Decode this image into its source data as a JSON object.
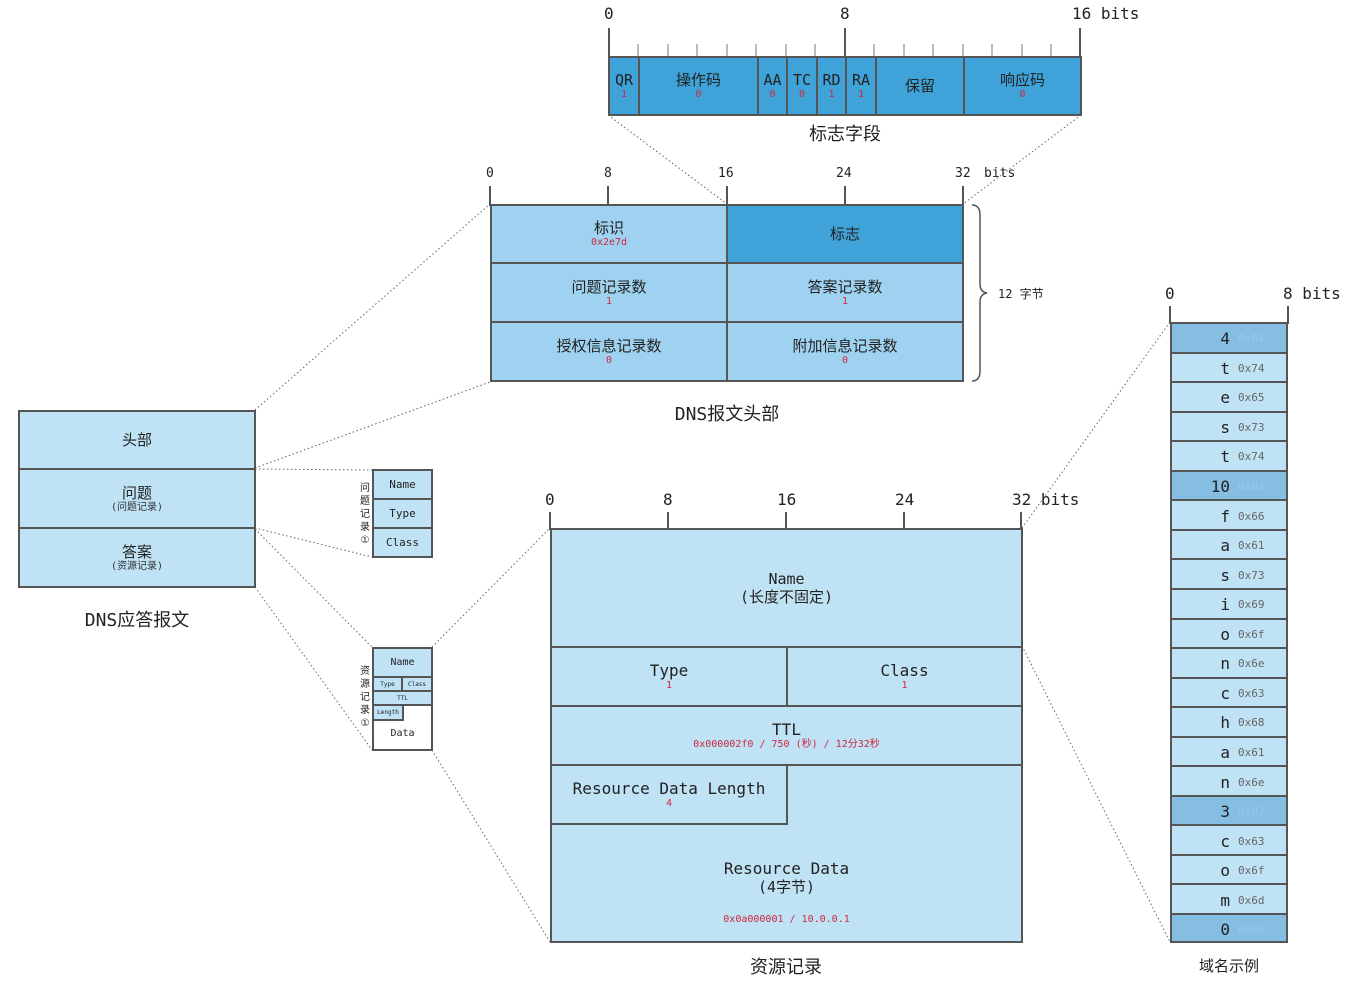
{
  "flags_field": {
    "ticks": [
      "0",
      "8",
      "16 bits"
    ],
    "caption": "标志字段",
    "fields": [
      {
        "label": "QR",
        "value": "1"
      },
      {
        "label": "操作码",
        "value": "0"
      },
      {
        "label": "AA",
        "value": "0"
      },
      {
        "label": "TC",
        "value": "0"
      },
      {
        "label": "RD",
        "value": "1"
      },
      {
        "label": "RA",
        "value": "1"
      },
      {
        "label": "保留",
        "value": ""
      },
      {
        "label": "响应码",
        "value": "0"
      }
    ]
  },
  "header": {
    "ticks": [
      "0",
      "8",
      "16",
      "24",
      "32",
      "bits"
    ],
    "caption": "DNS报文头部",
    "brace_label": "12 字节",
    "cells": [
      {
        "label": "标识",
        "value": "0x2e7d"
      },
      {
        "label": "标志",
        "value": ""
      },
      {
        "label": "问题记录数",
        "value": "1"
      },
      {
        "label": "答案记录数",
        "value": "1"
      },
      {
        "label": "授权信息记录数",
        "value": "0"
      },
      {
        "label": "附加信息记录数",
        "value": "0"
      }
    ]
  },
  "message": {
    "caption": "DNS应答报文",
    "sections": [
      {
        "label": "头部",
        "sub": ""
      },
      {
        "label": "问题",
        "sub": "(问题记录)"
      },
      {
        "label": "答案",
        "sub": "(资源记录)"
      }
    ]
  },
  "question_record": {
    "side_label": [
      "问",
      "题",
      "记",
      "录",
      "①"
    ],
    "fields": [
      "Name",
      "Type",
      "Class"
    ]
  },
  "resource_mini": {
    "side_label": [
      "资",
      "源",
      "记",
      "录",
      "①"
    ],
    "fields": [
      "Name",
      "Type",
      "Class",
      "TTL",
      "Length",
      "Data"
    ]
  },
  "resource_record": {
    "ticks": [
      "0",
      "8",
      "16",
      "24",
      "32 bits"
    ],
    "caption": "资源记录",
    "name": {
      "label": "Name",
      "sub": "(长度不固定)"
    },
    "type": {
      "label": "Type",
      "value": "1"
    },
    "class": {
      "label": "Class",
      "value": "1"
    },
    "ttl": {
      "label": "TTL",
      "value": "0x000002f0 / 750 (秒)  / 12分32秒"
    },
    "rdlength": {
      "label": "Resource Data Length",
      "value": "4"
    },
    "rdata": {
      "label": "Resource Data",
      "sub": "(4字节)",
      "value": "0x0a000001 / 10.0.0.1"
    }
  },
  "domain_example": {
    "ticks": [
      "0",
      "8 bits"
    ],
    "caption": "域名示例",
    "bytes": [
      {
        "char": "4",
        "hex": "0x04",
        "len": true
      },
      {
        "char": "t",
        "hex": "0x74",
        "len": false
      },
      {
        "char": "e",
        "hex": "0x65",
        "len": false
      },
      {
        "char": "s",
        "hex": "0x73",
        "len": false
      },
      {
        "char": "t",
        "hex": "0x74",
        "len": false
      },
      {
        "char": "10",
        "hex": "0x0a",
        "len": true
      },
      {
        "char": "f",
        "hex": "0x66",
        "len": false
      },
      {
        "char": "a",
        "hex": "0x61",
        "len": false
      },
      {
        "char": "s",
        "hex": "0x73",
        "len": false
      },
      {
        "char": "i",
        "hex": "0x69",
        "len": false
      },
      {
        "char": "o",
        "hex": "0x6f",
        "len": false
      },
      {
        "char": "n",
        "hex": "0x6e",
        "len": false
      },
      {
        "char": "c",
        "hex": "0x63",
        "len": false
      },
      {
        "char": "h",
        "hex": "0x68",
        "len": false
      },
      {
        "char": "a",
        "hex": "0x61",
        "len": false
      },
      {
        "char": "n",
        "hex": "0x6e",
        "len": false
      },
      {
        "char": "3",
        "hex": "0x03",
        "len": true
      },
      {
        "char": "c",
        "hex": "0x63",
        "len": false
      },
      {
        "char": "o",
        "hex": "0x6f",
        "len": false
      },
      {
        "char": "m",
        "hex": "0x6d",
        "len": false
      },
      {
        "char": "0",
        "hex": "0x00",
        "len": true
      }
    ]
  },
  "colors": {
    "light_fill": "#bfe2f5",
    "header_fill": "#9fd2f0",
    "flag_fill": "#3fa3d9",
    "length_fill": "#86bde3",
    "value_red": "#d0263e",
    "border": "#555555"
  }
}
